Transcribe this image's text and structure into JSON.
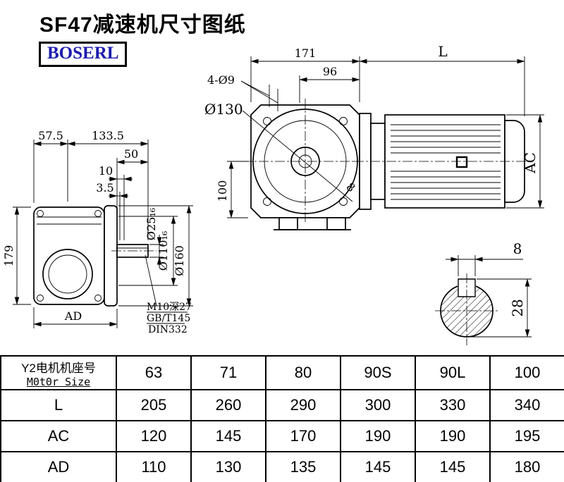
{
  "page": {
    "title": "SF47减速机尺寸图纸",
    "brand": "BOSERL",
    "brand_color": "#1c1cae",
    "line_color": "#000000",
    "background": "#ffffff"
  },
  "front_view": {
    "dim_171": "171",
    "dim_96": "96",
    "holes": "4-Ø9",
    "dia_130": "Ø130",
    "dim_100": "100",
    "dim_8": "8"
  },
  "motor_view": {
    "dim_L": "L",
    "dim_AC": "AC"
  },
  "side_view": {
    "dim_57_5": "57.5",
    "dim_133_5": "133.5",
    "dim_50": "50",
    "dim_10": "10",
    "dim_3_5": "3.5",
    "dim_179": "179",
    "dim_AD": "AD",
    "dia_25": "Ø25₁₆",
    "dia_110": "Ø110₁₆",
    "dia_160": "Ø160",
    "note_m10": "M10深27",
    "note_gb": "GB/T145",
    "note_din": "DIN332"
  },
  "section_view": {
    "dim_8": "8",
    "dim_28": "28"
  },
  "table": {
    "header": {
      "label_cn": "Y2电机机座号",
      "label_en": "M0t0r Size",
      "sizes": [
        "63",
        "71",
        "80",
        "90S",
        "90L",
        "100"
      ]
    },
    "rows": [
      {
        "label": "L",
        "values": [
          "205",
          "260",
          "290",
          "300",
          "330",
          "340"
        ]
      },
      {
        "label": "AC",
        "values": [
          "120",
          "145",
          "170",
          "190",
          "190",
          "195"
        ]
      },
      {
        "label": "AD",
        "values": [
          "110",
          "130",
          "135",
          "145",
          "145",
          "180"
        ]
      }
    ]
  }
}
